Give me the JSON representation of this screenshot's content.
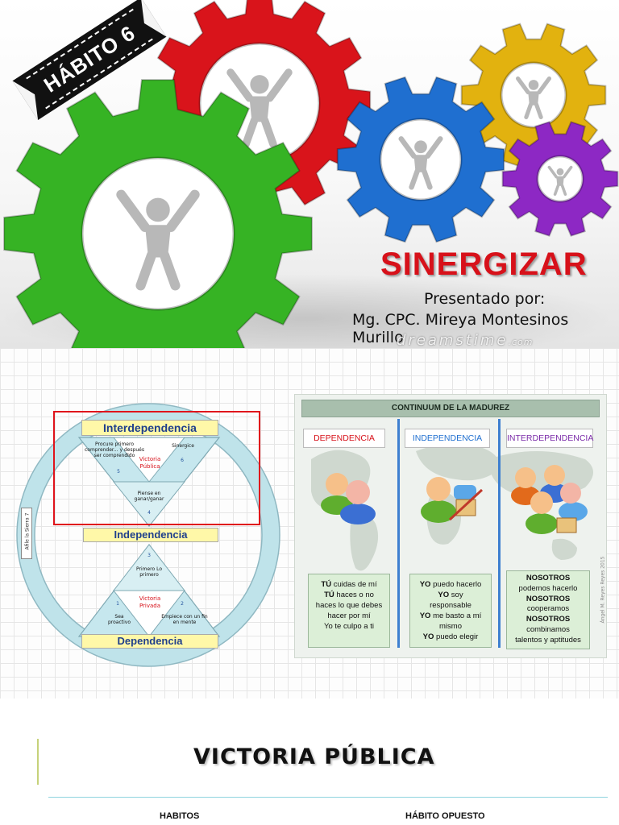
{
  "slide1": {
    "banner": "HÁBITO 6",
    "title": "SINERGIZAR",
    "presented_by": "Presentado por:",
    "author": "Mg. CPC. Mireya Montesinos Murillo",
    "watermark": "dreamstime",
    "watermark_suffix": ".com",
    "colors": {
      "title": "#d7111a",
      "gear_red": "#d9141b",
      "gear_green": "#36b324",
      "gear_blue": "#1f6fd0",
      "gear_yellow": "#e2b20f",
      "gear_purple": "#8d28c4"
    }
  },
  "slide2": {
    "diagram": {
      "interdependencia": "Interdependencia",
      "independencia": "Independencia",
      "dependencia": "Dependencia",
      "side_label": "Afile la Sierra 7",
      "upper": {
        "left_text": "Procure primero comprender... y después ser comprendido",
        "left_num": "5",
        "center_text": "Victoria Pública",
        "right_text": "Sinergice",
        "right_num": "6",
        "bottom_text": "Piense en ganar/ganar",
        "bottom_num": "4"
      },
      "lower": {
        "top_num": "3",
        "top_text": "Primero Lo primero",
        "center_text": "Victoria Privada",
        "left_num": "1",
        "left_text": "Sea proactivo",
        "right_num": "2",
        "right_text": "Empiece con un fin en mente"
      }
    },
    "continuum": {
      "title": "CONTINUUM DE LA MADUREZ",
      "columns": [
        {
          "header": "DEPENDENCIA",
          "color": "#d7111a",
          "lines": [
            {
              "bold": "TÚ",
              "text": " cuidas de mí"
            },
            {
              "bold": "TÚ",
              "text": " haces o no"
            },
            {
              "bold": "",
              "text": "haces lo que debes"
            },
            {
              "bold": "",
              "text": "hacer por mí"
            },
            {
              "bold": "",
              "text": "Yo te culpo a ti"
            }
          ]
        },
        {
          "header": "INDEPENDENCIA",
          "color": "#1f6fd0",
          "lines": [
            {
              "bold": "YO",
              "text": " puedo hacerlo"
            },
            {
              "bold": "YO",
              "text": " soy"
            },
            {
              "bold": "",
              "text": "responsable"
            },
            {
              "bold": "YO",
              "text": " me basto a mí"
            },
            {
              "bold": "",
              "text": "mismo"
            },
            {
              "bold": "YO",
              "text": " puedo elegir"
            }
          ]
        },
        {
          "header": "INTERDEPENDENCIA",
          "color": "#7a2aa8",
          "lines": [
            {
              "bold": "NOSOTROS",
              "text": ""
            },
            {
              "bold": "",
              "text": "podemos hacerlo"
            },
            {
              "bold": "NOSOTROS",
              "text": ""
            },
            {
              "bold": "",
              "text": "cooperamos"
            },
            {
              "bold": "NOSOTROS",
              "text": ""
            },
            {
              "bold": "",
              "text": "combinamos"
            },
            {
              "bold": "",
              "text": "talentos y aptitudes"
            }
          ]
        }
      ],
      "credit": "Ángel M. Reyes Reyes 2015"
    }
  },
  "slide3": {
    "title": "VICTORIA PÚBLICA",
    "columns": [
      "HABITOS",
      "HÁBITO OPUESTO"
    ]
  }
}
